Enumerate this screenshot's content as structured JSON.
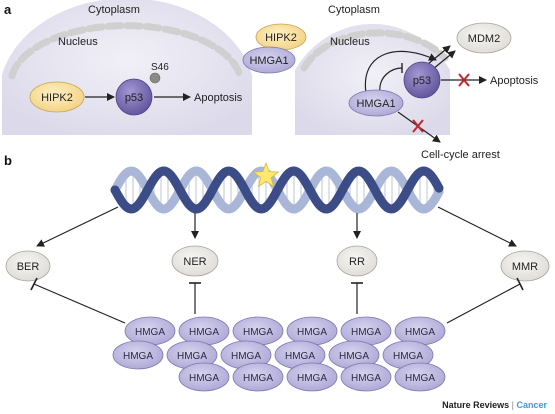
{
  "panels": {
    "a_letter": "a",
    "b_letter": "b"
  },
  "panel_a_left": {
    "cytoplasm": "Cytoplasm",
    "nucleus": "Nucleus",
    "hipk2": "HIPK2",
    "p53": "p53",
    "s46": "S46",
    "apoptosis": "Apoptosis"
  },
  "panel_a_right": {
    "cytoplasm": "Cytoplasm",
    "nucleus": "Nucleus",
    "hipk2": "HIPK2",
    "hmga1_top": "HMGA1",
    "hmga1_bottom": "HMGA1",
    "p53": "p53",
    "mdm2": "MDM2",
    "apoptosis": "Apoptosis",
    "cell_cycle_arrest": "Cell-cycle arrest"
  },
  "panel_b": {
    "pathways": [
      "BER",
      "NER",
      "RR",
      "MMR"
    ],
    "hmga_label": "HMGA",
    "hmga_rows": [
      6,
      6,
      5
    ]
  },
  "credit": {
    "publisher": "Nature Reviews",
    "separator": "|",
    "journal": "Cancer"
  },
  "colors": {
    "nucleus_fill": "#e6e4f0",
    "hipk2_fill": "#f8dc9a",
    "p53_fill": "#7c6fb0",
    "hmga1_fill": "#bcb8de",
    "mdm2_fill": "#ece8e2",
    "pathway_fill": "#ebe9e5",
    "inhibit_x": "#c0262a",
    "dna_dark": "#3c4c86",
    "dna_light": "#a9b6d8",
    "star": "#ffe870"
  }
}
